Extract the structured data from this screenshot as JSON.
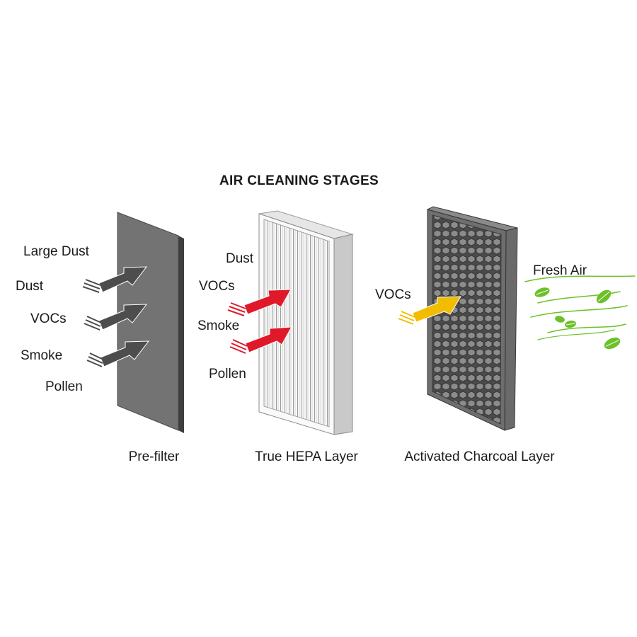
{
  "title": "AIR CLEANING STAGES",
  "stages": [
    {
      "caption": "Pre-filter",
      "color": "#5a5a5a",
      "labels": [
        "Large Dust",
        "Dust",
        "VOCs",
        "Smoke",
        "Pollen"
      ],
      "arrow_color": "#4d4d4d"
    },
    {
      "caption": "True HEPA Layer",
      "color": "#f2f2f2",
      "labels": [
        "Dust",
        "VOCs",
        "Smoke",
        "Pollen"
      ],
      "arrow_color": "#e0192a"
    },
    {
      "caption": "Activated Charcoal Layer",
      "color": "#555555",
      "labels": [
        "VOCs"
      ],
      "arrow_color": "#f2bd00"
    }
  ],
  "output": {
    "label": "Fresh Air",
    "color": "#6cc12a"
  }
}
